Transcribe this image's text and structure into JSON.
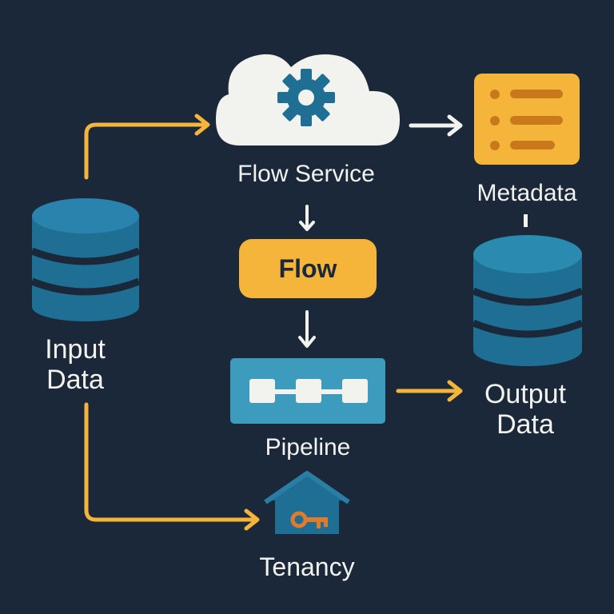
{
  "nodes": {
    "input_data": {
      "label": "Input\nData",
      "icon": "database-icon"
    },
    "flow_service": {
      "label": "Flow Service",
      "icon": "cloud-gear-icon"
    },
    "metadata": {
      "label": "Metadata",
      "icon": "document-list-icon"
    },
    "flow": {
      "label": "Flow"
    },
    "pipeline": {
      "label": "Pipeline",
      "icon": "pipeline-icon"
    },
    "output_data": {
      "label": "Output\nData",
      "icon": "database-icon"
    },
    "tenancy": {
      "label": "Tenancy",
      "icon": "house-key-icon"
    }
  },
  "edges": [
    {
      "from": "input_data",
      "to": "flow_service",
      "color": "#f4b53a"
    },
    {
      "from": "input_data",
      "to": "tenancy",
      "color": "#f4b53a"
    },
    {
      "from": "flow_service",
      "to": "metadata",
      "color": "#f2f2ee"
    },
    {
      "from": "flow_service",
      "to": "flow",
      "color": "#f2f2ee"
    },
    {
      "from": "flow",
      "to": "pipeline",
      "color": "#f2f2ee"
    },
    {
      "from": "pipeline",
      "to": "output_data",
      "color": "#f4b53a"
    },
    {
      "from": "metadata",
      "to": "output_data",
      "color": "#f2f2ee"
    }
  ],
  "colors": {
    "background": "#1b2839",
    "accent": "#f4b53a",
    "database": "#1f6f95",
    "database_stripe": "#1b2839",
    "cloud": "#f2f2ee",
    "gear": "#1f6f95",
    "pipeline": "#3d9bbd",
    "key": "#e07a2e",
    "text": "#f2f2ee"
  }
}
